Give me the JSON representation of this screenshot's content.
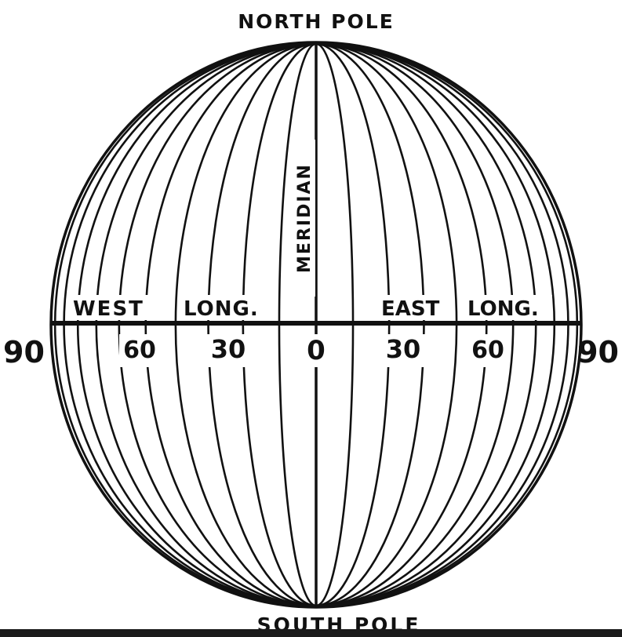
{
  "poles": {
    "north": "NORTH POLE",
    "south": "SOUTH POLE"
  },
  "meridian_label": "MERIDIAN",
  "hemisphere_labels": {
    "west": "WEST",
    "west_long": "LONG.",
    "east": "EAST",
    "east_long": "LONG."
  },
  "longitude_ticks": {
    "west_90": "90",
    "west_60": "60",
    "west_30": "30",
    "zero": "0",
    "east_30": "30",
    "east_60": "60",
    "east_90": "90"
  },
  "meridian_offsets_deg": [
    8,
    16,
    24,
    32,
    40,
    48,
    56,
    64,
    72,
    80
  ],
  "colors": {
    "ink": "#111111",
    "paper": "#ffffff",
    "bar": "#1b1b1b"
  }
}
